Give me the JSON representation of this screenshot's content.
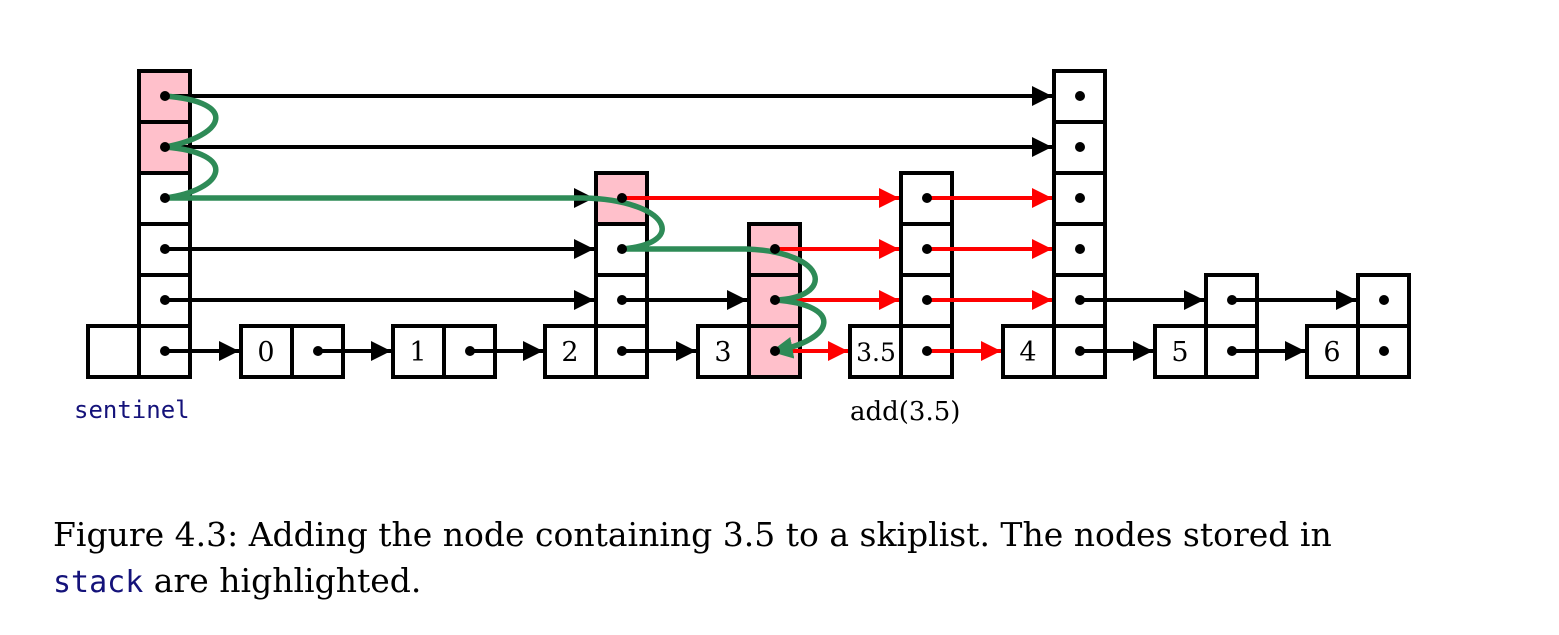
{
  "diagram": {
    "sentinel_label": "sentinel",
    "operation_label": "add(3.5)",
    "node_values": [
      "0",
      "1",
      "2",
      "3",
      "3.5",
      "4",
      "5",
      "6"
    ],
    "colors": {
      "highlight_fill": "#ffc0cb",
      "new_pointer": "#ff0000",
      "search_path": "#2e8b57",
      "pointer": "#000000",
      "code_text": "#14127a"
    }
  },
  "caption": {
    "prefix": "Figure 4.3: Adding the node containing 3.5 to a skiplist.  The nodes stored in",
    "code": "stack",
    "suffix": " are highlighted."
  }
}
